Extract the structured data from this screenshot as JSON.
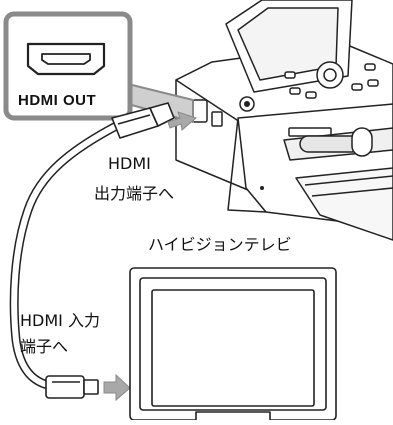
{
  "labels": {
    "port_callout": "HDMI OUT",
    "printer_connector_line1": "HDMI",
    "printer_connector_line2": "出力端子へ",
    "tv_name": "ハイビジョンテレビ",
    "tv_connector_line1": "HDMI 入力",
    "tv_connector_line2": "端子へ"
  },
  "icons": {
    "port_symbol": "hdmi-port-icon",
    "insert_arrow_printer": "right-arrow-icon",
    "insert_arrow_tv": "right-arrow-icon"
  },
  "colors": {
    "line": "#222222",
    "callout_frame": "#8a8a8a",
    "arrow_fill": "#a8a8a8",
    "device_body": "#ffffff"
  }
}
